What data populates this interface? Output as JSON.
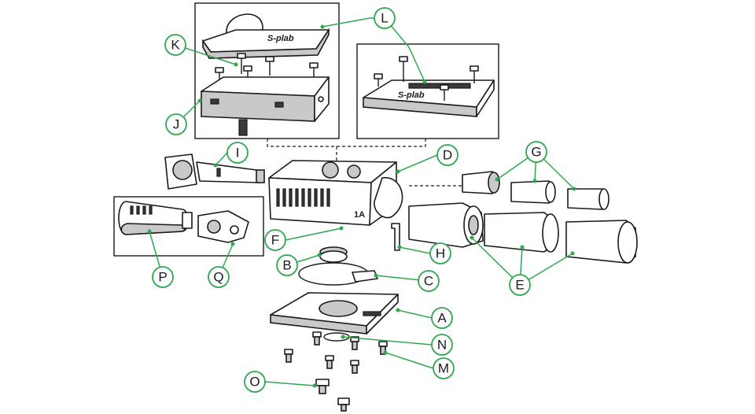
{
  "figure": {
    "description": "",
    "labels": {
      "A": "A",
      "B": "B",
      "C": "C",
      "D": "D",
      "E": "E",
      "F": "F",
      "G": "G",
      "H": "H",
      "I": "I",
      "J": "J",
      "K": "K",
      "L": "L",
      "M": "M",
      "N": "N",
      "O": "O",
      "P": "P",
      "Q": "Q"
    },
    "imprints": {
      "brand_marking_top": "S-plab",
      "brand_marking_right": "S-plab",
      "housing_marking": "1A"
    }
  }
}
